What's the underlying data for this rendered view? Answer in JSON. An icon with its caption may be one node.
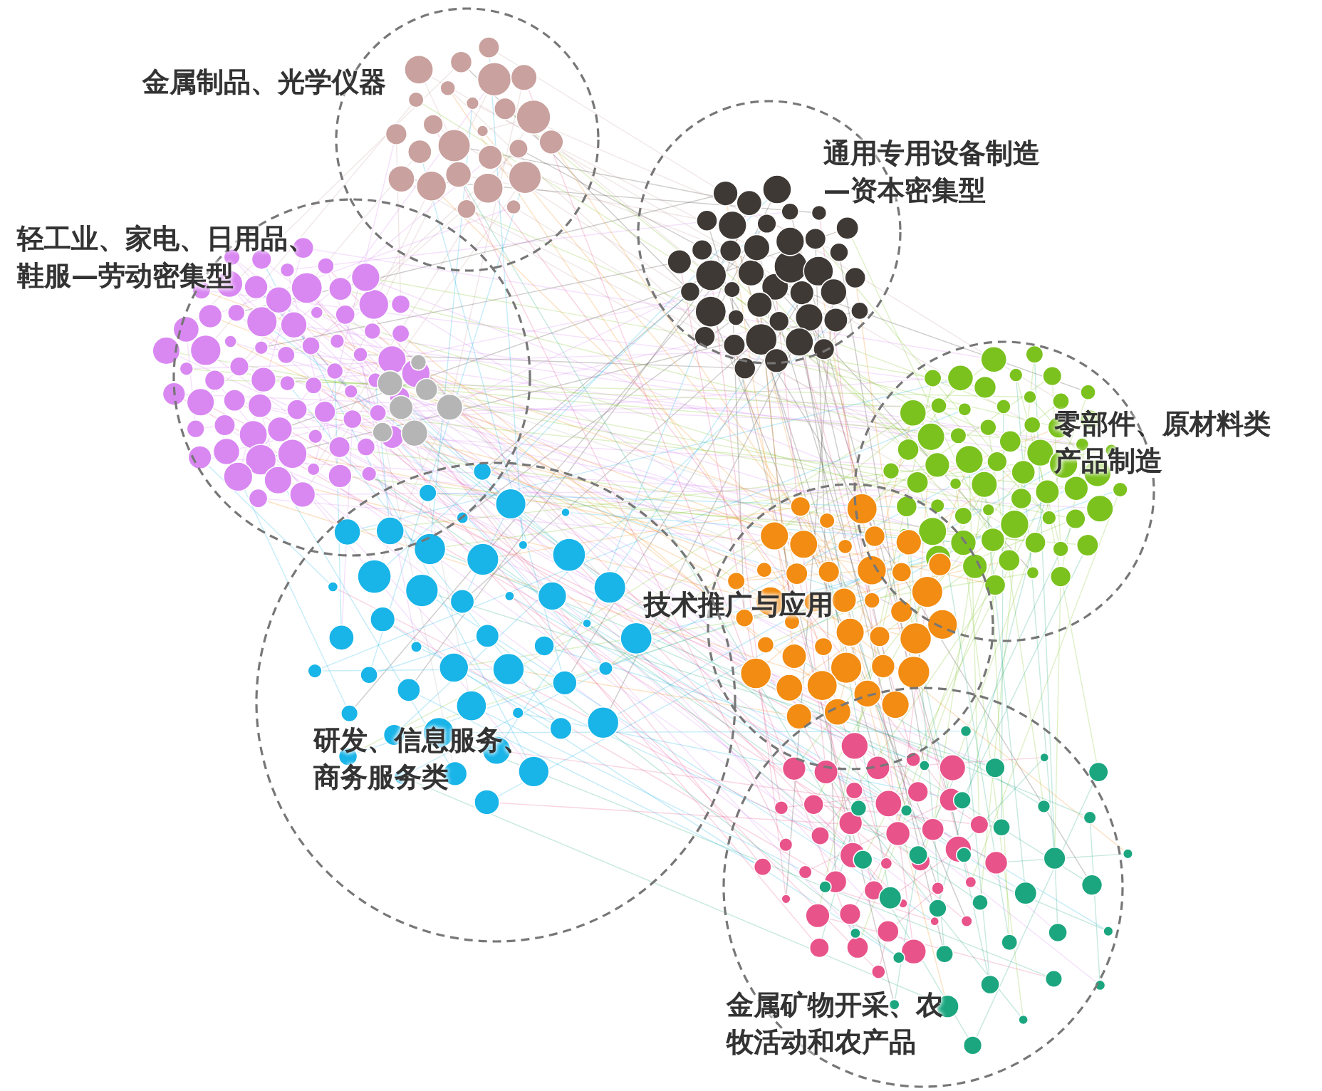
{
  "diagram": {
    "nodes": [
      {
        "text": [
          "金属制品、光学仪器"
        ]
      },
      {
        "text": [
          "通用专用设备制造—资本密集型"
        ]
      },
      {
        "text": [
          "轻工业、家电、日用品、鞋服—劳动密集型"
        ]
      },
      {
        "text": [
          "零部件、原材料类产品制造"
        ]
      },
      {
        "text": [
          "技术推广与应用"
        ]
      },
      {
        "text": [
          "研发、信息服务、商务服务类"
        ]
      },
      {
        "text": [
          "金属矿物开采、农牧活动和农产品"
        ]
      }
    ]
  }
}
